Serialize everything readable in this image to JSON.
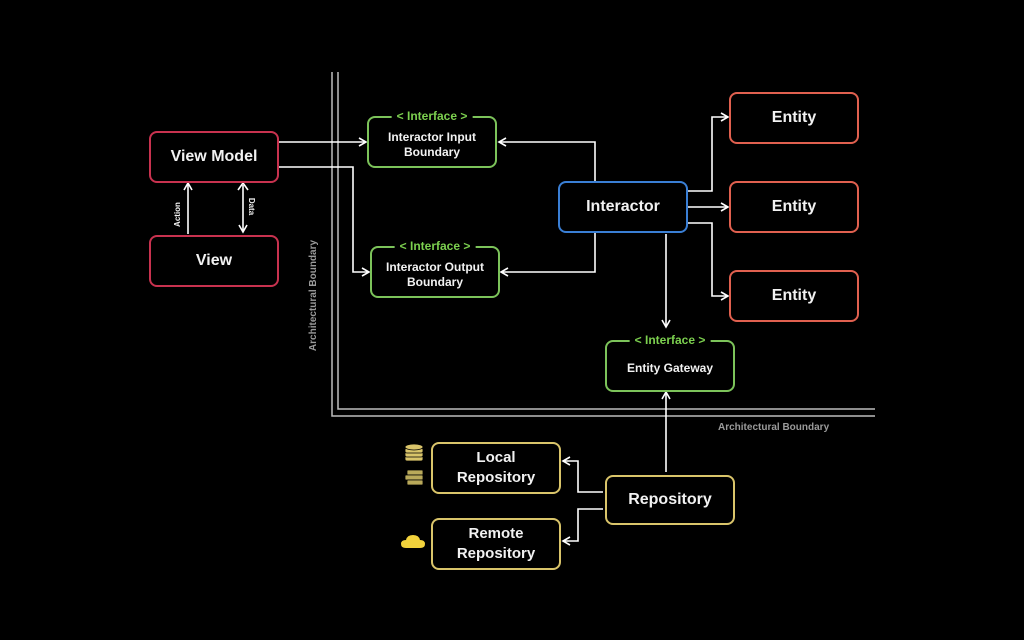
{
  "colors": {
    "presentation": "#c8324f",
    "interface": "#7cc35a",
    "interface_tag": "#7cd04f",
    "interactor": "#3a7fd5",
    "entity": "#e0604f",
    "repository": "#d9c46a",
    "connector": "#ffffff",
    "boundary": "#bdbdbd"
  },
  "nodes": {
    "view_model": "View Model",
    "view": "View",
    "interactor_input": {
      "tag": "< Interface >",
      "label": "Interactor Input Boundary"
    },
    "interactor_output": {
      "tag": "< Interface >",
      "label": "Interactor Output Boundary"
    },
    "interactor": "Interactor",
    "entities": [
      "Entity",
      "Entity",
      "Entity"
    ],
    "entity_gateway": {
      "tag": "< Interface >",
      "label": "Entity Gateway"
    },
    "repository": "Repository",
    "local_repository": "Local Repository",
    "remote_repository": "Remote Repository"
  },
  "edge_labels": {
    "action": "Action",
    "data": "Data"
  },
  "boundaries": {
    "vertical": "Architectural Boundary",
    "horizontal": "Architectural Boundary"
  },
  "icons": {
    "local_repository": [
      "database-icon",
      "books-icon"
    ],
    "remote_repository": [
      "cloud-icon"
    ]
  }
}
